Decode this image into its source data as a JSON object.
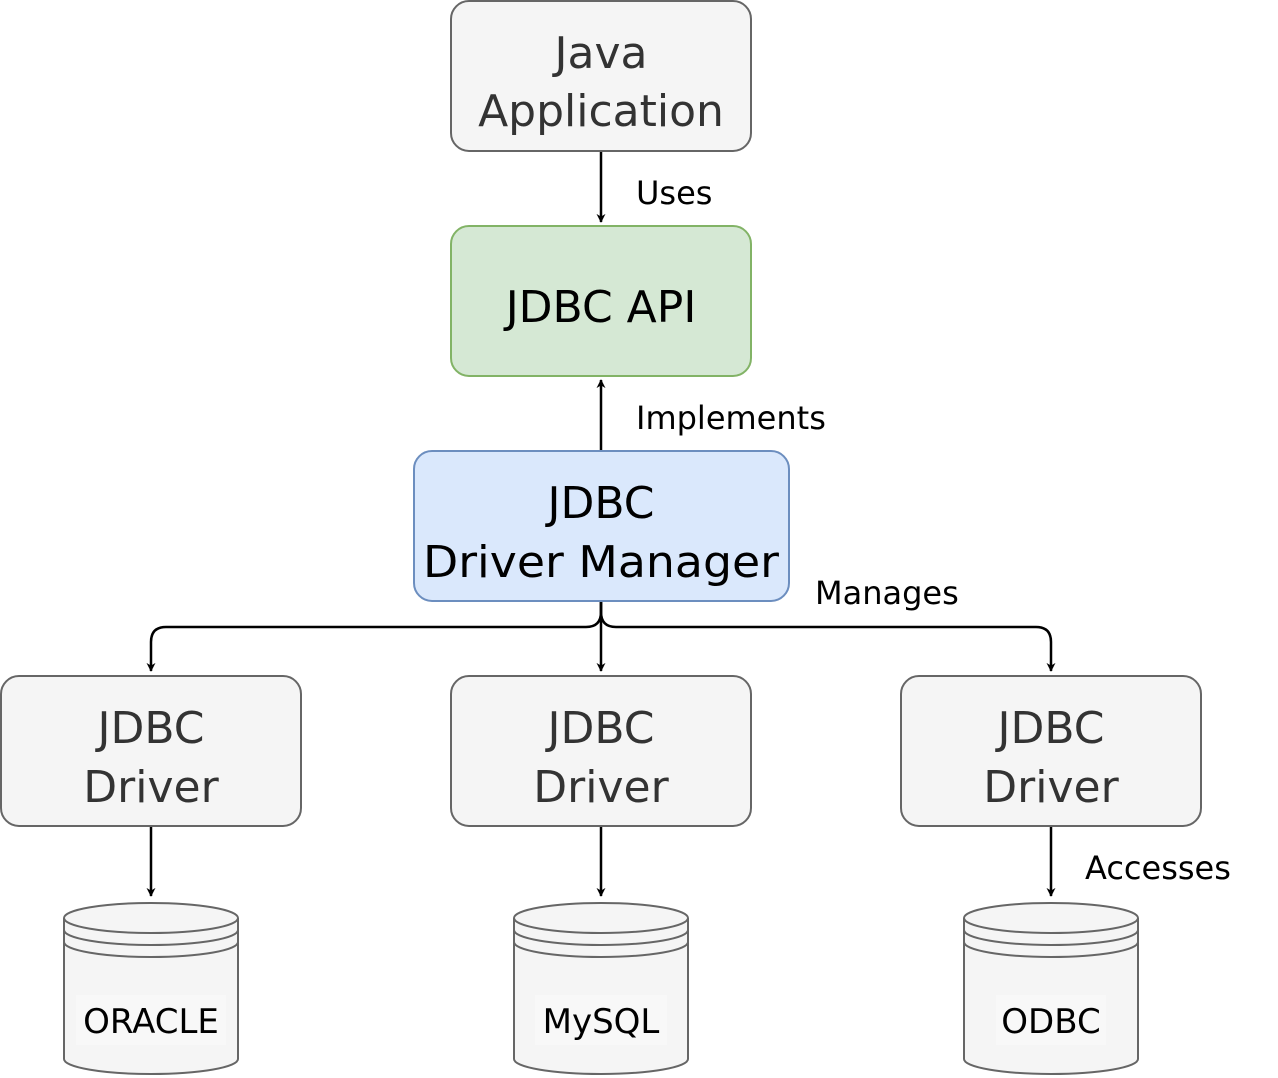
{
  "nodes": {
    "java_app": {
      "line1": "Java",
      "line2": "Application",
      "fill": "#f5f5f5",
      "stroke": "#666666"
    },
    "jdbc_api": {
      "label": "JDBC API",
      "fill": "#d5e8d4",
      "stroke": "#82b366"
    },
    "driver_manager": {
      "line1": "JDBC",
      "line2": "Driver Manager",
      "fill": "#dae8fc",
      "stroke": "#6c8ebf"
    },
    "drivers": [
      {
        "line1": "JDBC",
        "line2": "Driver"
      },
      {
        "line1": "JDBC",
        "line2": "Driver"
      },
      {
        "line1": "JDBC",
        "line2": "Driver"
      }
    ],
    "databases": [
      {
        "label": "ORACLE"
      },
      {
        "label": "MySQL"
      },
      {
        "label": "ODBC"
      }
    ]
  },
  "edges": {
    "uses": "Uses",
    "implements": "Implements",
    "manages": "Manages",
    "accesses": "Accesses"
  },
  "colors": {
    "box_fill": "#f5f5f5",
    "box_stroke": "#666666",
    "edge": "#000000"
  }
}
